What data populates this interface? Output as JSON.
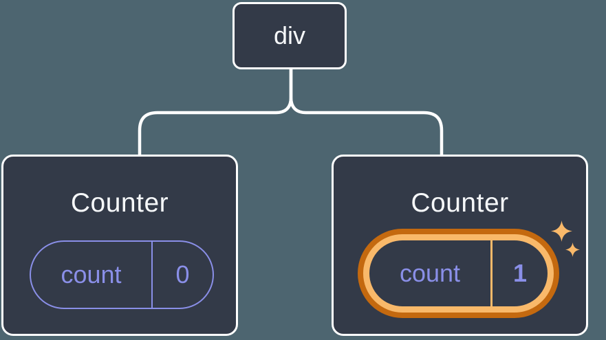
{
  "diagram": {
    "background_color": "#4d6570",
    "node_fill_color": "#333a48",
    "node_border_color": "#ffffff",
    "connector_color": "#ffffff",
    "state_accent_color": "#8a8fe8",
    "highlight_outer_color": "#c4690f",
    "highlight_inner_color": "#f9b96a",
    "root": {
      "label": "div"
    },
    "children": [
      {
        "title": "Counter",
        "state_key": "count",
        "state_value": "0",
        "highlighted": false
      },
      {
        "title": "Counter",
        "state_key": "count",
        "state_value": "1",
        "highlighted": true
      }
    ],
    "icons": {
      "sparkles": "sparkles-icon"
    }
  }
}
